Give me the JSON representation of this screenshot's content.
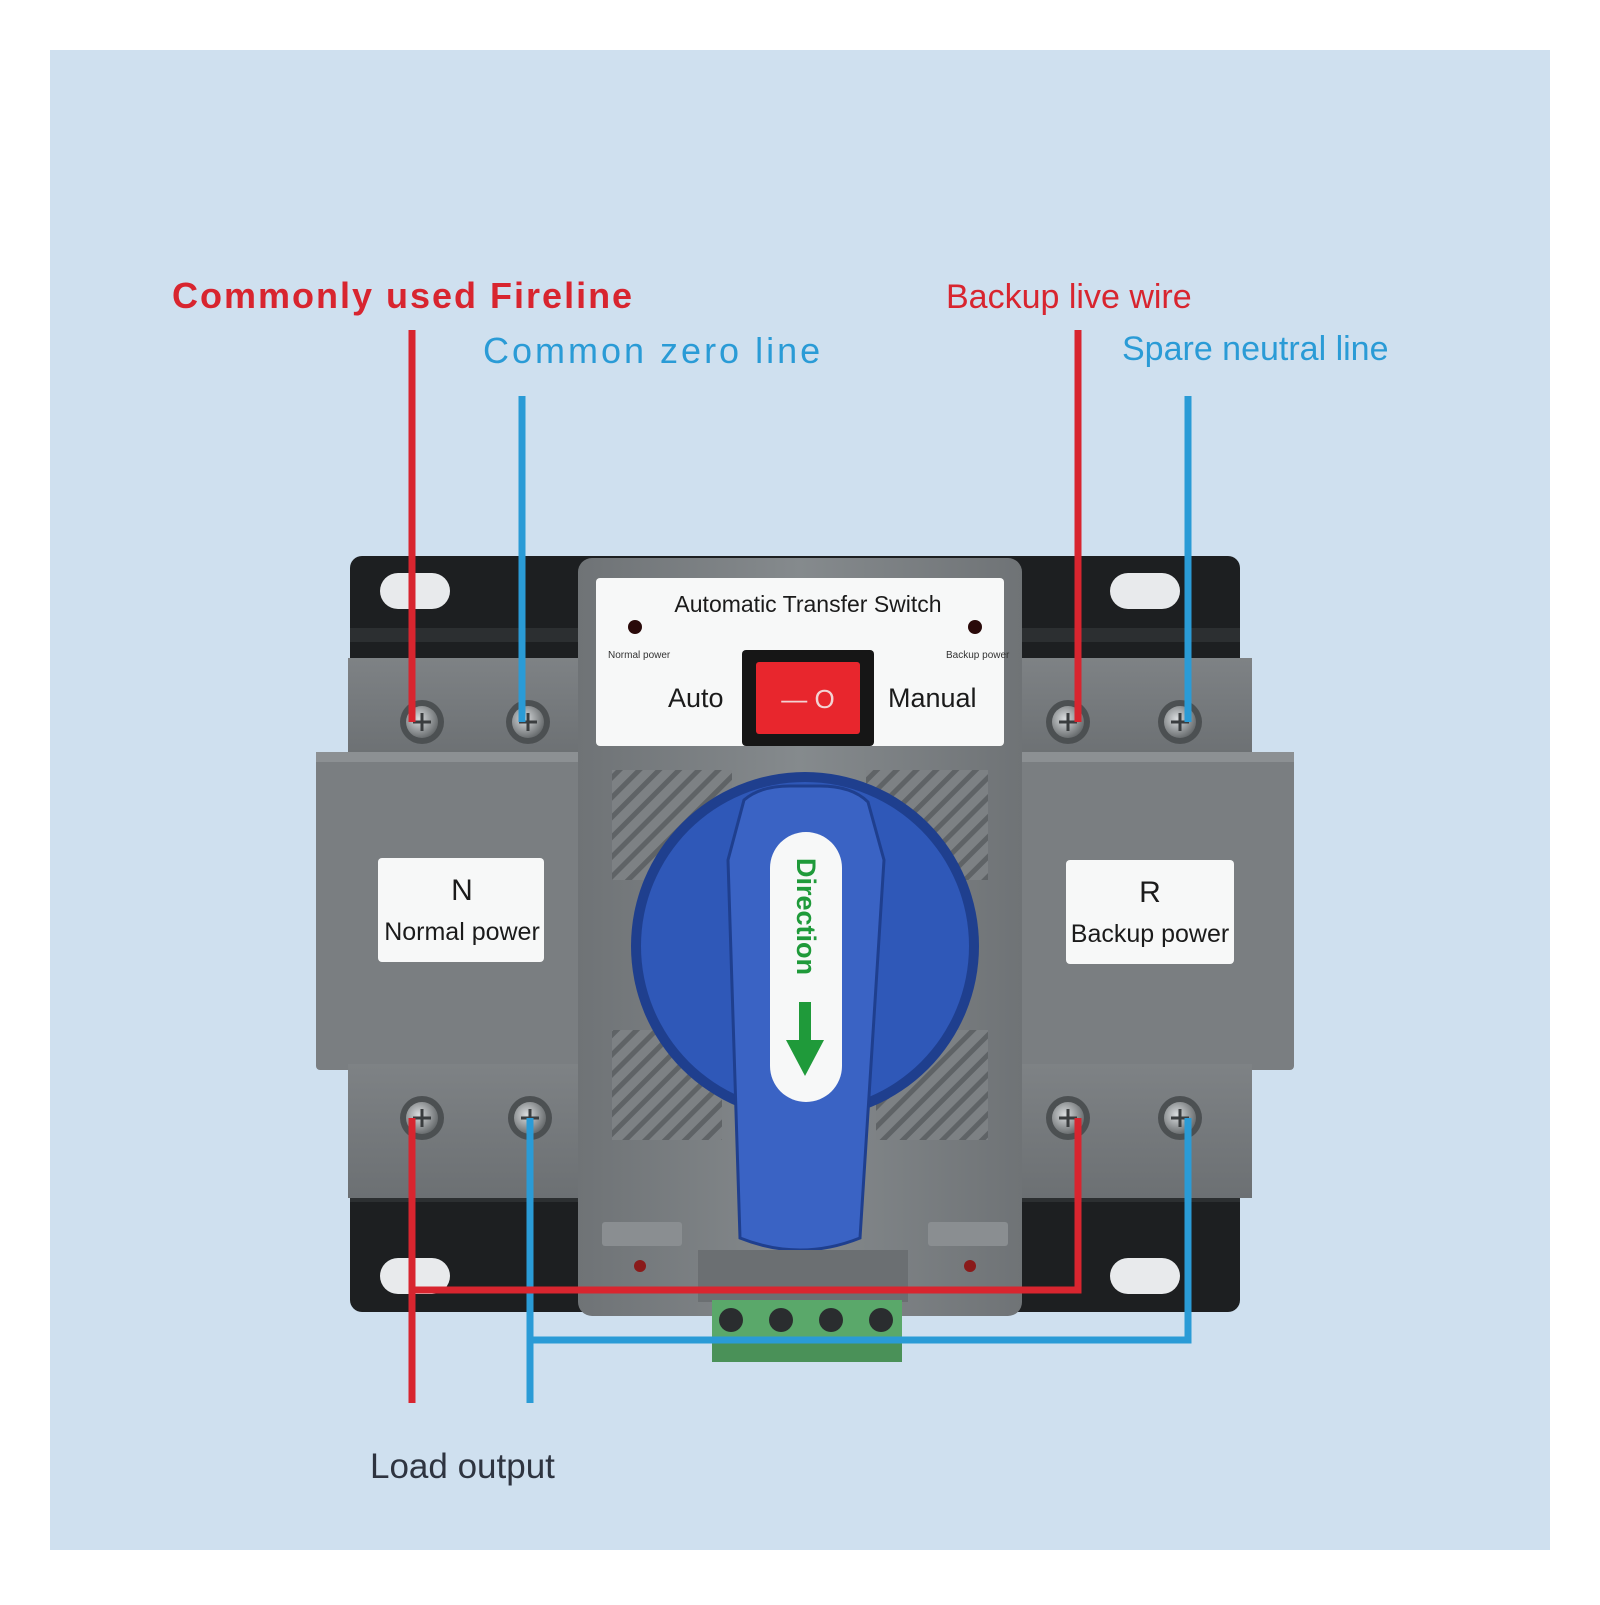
{
  "colors": {
    "background": "#cfe0ef",
    "live_wire": "#d8252f",
    "neutral_wire": "#2a9bd6",
    "load_label": "#2e3440",
    "housing": "#7c8083",
    "handle": "#2f58b8",
    "rocker": "#e8262d",
    "direction_text": "#1f9a3a"
  },
  "labels": {
    "normal_live": "Commonly used Fireline",
    "normal_neutral": "Common zero line",
    "backup_live": "Backup live wire",
    "backup_neutral": "Spare neutral line",
    "load_output": "Load output"
  },
  "device": {
    "title": "Automatic Transfer Switch",
    "indicator_left": "Normal power",
    "indicator_right": "Backup power",
    "mode_auto": "Auto",
    "mode_manual": "Manual",
    "rocker_symbol": "— O",
    "handle_text": "Direction",
    "left_plate": {
      "letter": "N",
      "text": "Normal power"
    },
    "right_plate": {
      "letter": "R",
      "text": "Backup power"
    }
  },
  "icons": {
    "direction_arrow": "down-arrow-icon",
    "terminal": "screw-terminal-icon",
    "indicator": "led-indicator-icon"
  }
}
